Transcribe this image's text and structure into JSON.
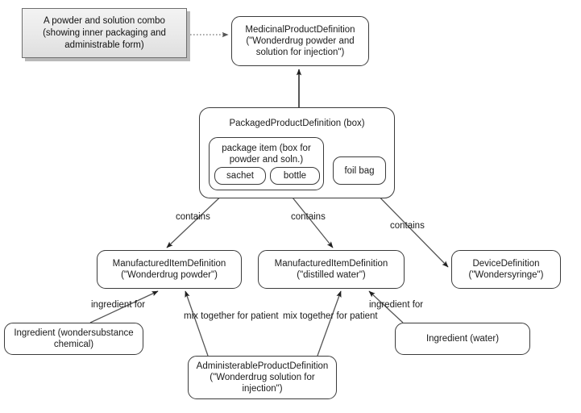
{
  "diagram": {
    "type": "uml-object-diagram",
    "background": "#ffffff",
    "stroke_color": "#3b3b3b",
    "note_fill": "#e9e9e9",
    "note_shadow": "#b9b9b9"
  },
  "note": {
    "line1": "A powder and solution combo",
    "line2": "(showing inner packaging",
    "line3": "and administrable form)"
  },
  "nodes": {
    "medicinal_product": {
      "line1": "MedicinalProductDefinition",
      "line2": "(\"Wonderdrug powder and",
      "line3": "solution for injection\")"
    },
    "packaged_product": {
      "title": "PackagedProductDefinition (box)",
      "package_item": {
        "line1": "package item (box for",
        "line2": "powder and soln.)"
      },
      "sachet": "sachet",
      "bottle": "bottle",
      "foil_bag": "foil bag"
    },
    "manufactured_powder": {
      "line1": "ManufacturedItemDefinition",
      "line2": "(\"Wonderdrug powder\")"
    },
    "manufactured_water": {
      "line1": "ManufacturedItemDefinition",
      "line2": "(\"distilled water\")"
    },
    "device": {
      "line1": "DeviceDefinition",
      "line2": "(\"Wondersyringe\")"
    },
    "ingredient_chemical": {
      "line1": "Ingredient (wondersubstance",
      "line2": "chemical)"
    },
    "ingredient_water": {
      "line1": "Ingredient (water)"
    },
    "administerable_product": {
      "line1": "AdministerableProductDefinition",
      "line2": "(\"Wonderdrug solution for",
      "line3": "injection\")"
    }
  },
  "edge_labels": {
    "contains_sachet": "contains",
    "contains_bottle": "contains",
    "contains_foil": "contains",
    "ingredient_for_left": "ingredient for",
    "ingredient_for_right": "ingredient for",
    "mix_left_line1": "mix together",
    "mix_left_line2": "for patient",
    "mix_right_line1": "mix together",
    "mix_right_line2": "for patient"
  }
}
